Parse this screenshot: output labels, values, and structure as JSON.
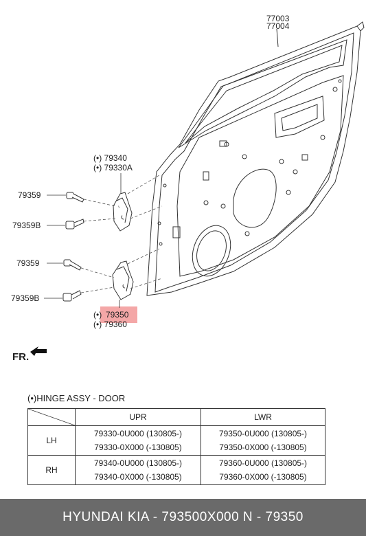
{
  "callouts": {
    "door_panel_a": "77003",
    "door_panel_b": "77004",
    "upper_hinge_a": "(•)  79340",
    "upper_hinge_b": "(•)  79330A",
    "bolt_upper_1": "79359",
    "bolt_upper_2": "79359B",
    "bolt_lower_1": "79359",
    "bolt_lower_2": "79359B",
    "lower_hinge_a_prefix": "(•)",
    "lower_hinge_a": "79350",
    "lower_hinge_b": "(•)  79360"
  },
  "front_indicator": "FR.",
  "note": "(•)HINGE ASSY - DOOR",
  "table": {
    "col_headers": [
      "UPR",
      "LWR"
    ],
    "rows": [
      {
        "label": "LH",
        "upr": [
          "79330-0U000 (130805-)",
          "79330-0X000  (-130805)"
        ],
        "lwr": [
          "79350-0U000 (130805-)",
          "79350-0X000  (-130805)"
        ]
      },
      {
        "label": "RH",
        "upr": [
          "79340-0U000 (130805-)",
          "79340-0X000  (-130805)"
        ],
        "lwr": [
          "79360-0U000 (130805-)",
          "79360-0X000  (-130805)"
        ]
      }
    ]
  },
  "footer": "HYUNDAI  KIA - 793500X000     N - 79350",
  "colors": {
    "highlight": "#f08a8a",
    "footer_bg": "#6a6a6a",
    "line": "#333333"
  }
}
